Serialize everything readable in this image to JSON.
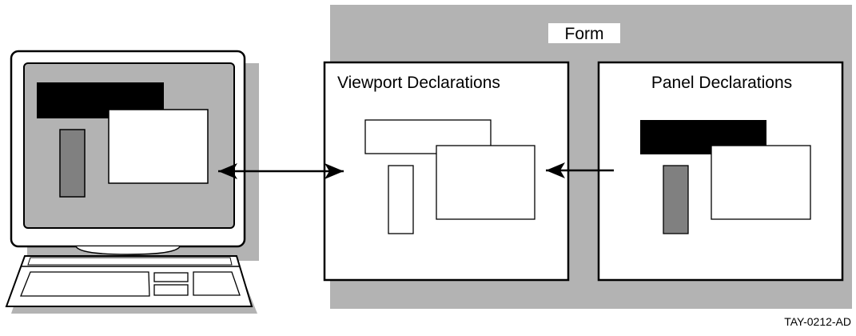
{
  "form": {
    "label": "Form"
  },
  "viewport_box": {
    "title": "Viewport Declarations"
  },
  "panel_box": {
    "title": "Panel Declarations"
  },
  "figure_id": "TAY-0212-AD",
  "colors": {
    "form_bg": "#b3b3b3",
    "screen_bg": "#b3b3b3",
    "shadow": "#b3b3b3",
    "black_bar": "#000000",
    "gray_bar": "#808080",
    "outline": "#000000"
  },
  "icons": {
    "computer": "computer-terminal-icon",
    "bidirectional_arrow": "double-arrow-icon",
    "arrow_left": "left-arrow-icon"
  }
}
